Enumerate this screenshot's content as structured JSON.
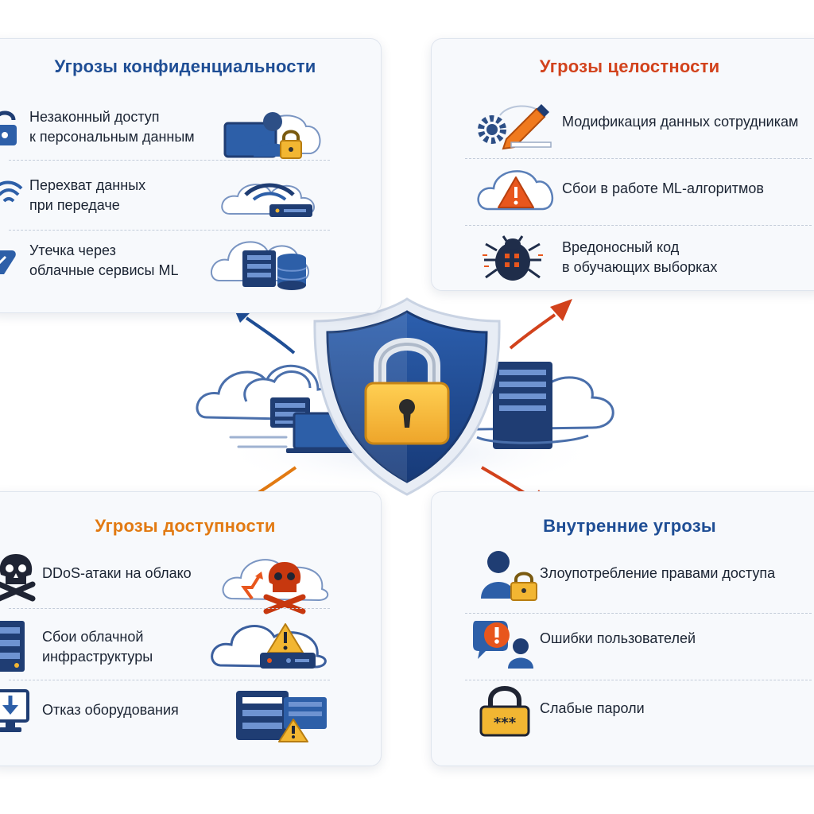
{
  "colors": {
    "navy": "#1f3d73",
    "blue": "#2d5fa8",
    "orange": "#e56a1b",
    "red_orange": "#d2421c",
    "gold": "#f2b632",
    "cloud_outline": "#355d9e"
  },
  "confidentiality": {
    "title": "Угрозы конфиденциальности",
    "items": [
      {
        "line1": "Незаконный доступ",
        "line2": "к персональным данным",
        "icon": "padlock-icon",
        "illustration": "user-laptop-lock-illustration"
      },
      {
        "line1": "Перехват данных",
        "line2": "при передаче",
        "icon": "wifi-icon",
        "illustration": "cloud-wifi-router-illustration"
      },
      {
        "line1": "Утечка через",
        "line2": "облачные сервисы ML",
        "icon": "leak-icon",
        "illustration": "cloud-server-database-illustration"
      }
    ]
  },
  "integrity": {
    "title": "Угрозы целостности",
    "items": [
      {
        "line1": "Модификация данных сотрудникам",
        "line2": "",
        "icon": "gear-pencil-icon"
      },
      {
        "line1": "Сбои в работе ML-алгоритмов",
        "line2": "",
        "icon": "cloud-warning-icon"
      },
      {
        "line1": "Вредоносный код",
        "line2": "в обучающих выборках",
        "icon": "bug-icon"
      }
    ]
  },
  "availability": {
    "title": "Угрозы доступности",
    "items": [
      {
        "line1": "DDoS-атаки на облако",
        "line2": "",
        "icon": "skull-crossbones-icon",
        "illustration": "cloud-skull-illustration"
      },
      {
        "line1": "Сбои облачной",
        "line2": "инфраструктуры",
        "icon": "server-rack-icon",
        "illustration": "cloud-warning-router-illustration"
      },
      {
        "line1": "Отказ оборудования",
        "line2": "",
        "icon": "monitor-download-icon",
        "illustration": "servers-warning-illustration"
      }
    ]
  },
  "internal": {
    "title": "Внутренние угрозы",
    "items": [
      {
        "line1": "Злоупотребление правами доступа",
        "line2": "",
        "icon": "user-lock-icon"
      },
      {
        "line1": "Ошибки пользователей",
        "line2": "",
        "icon": "user-alert-icon"
      },
      {
        "line1": "Слабые пароли",
        "line2": "",
        "icon": "password-lock-icon"
      }
    ]
  },
  "center": {
    "icon": "shield-lock-icon"
  }
}
